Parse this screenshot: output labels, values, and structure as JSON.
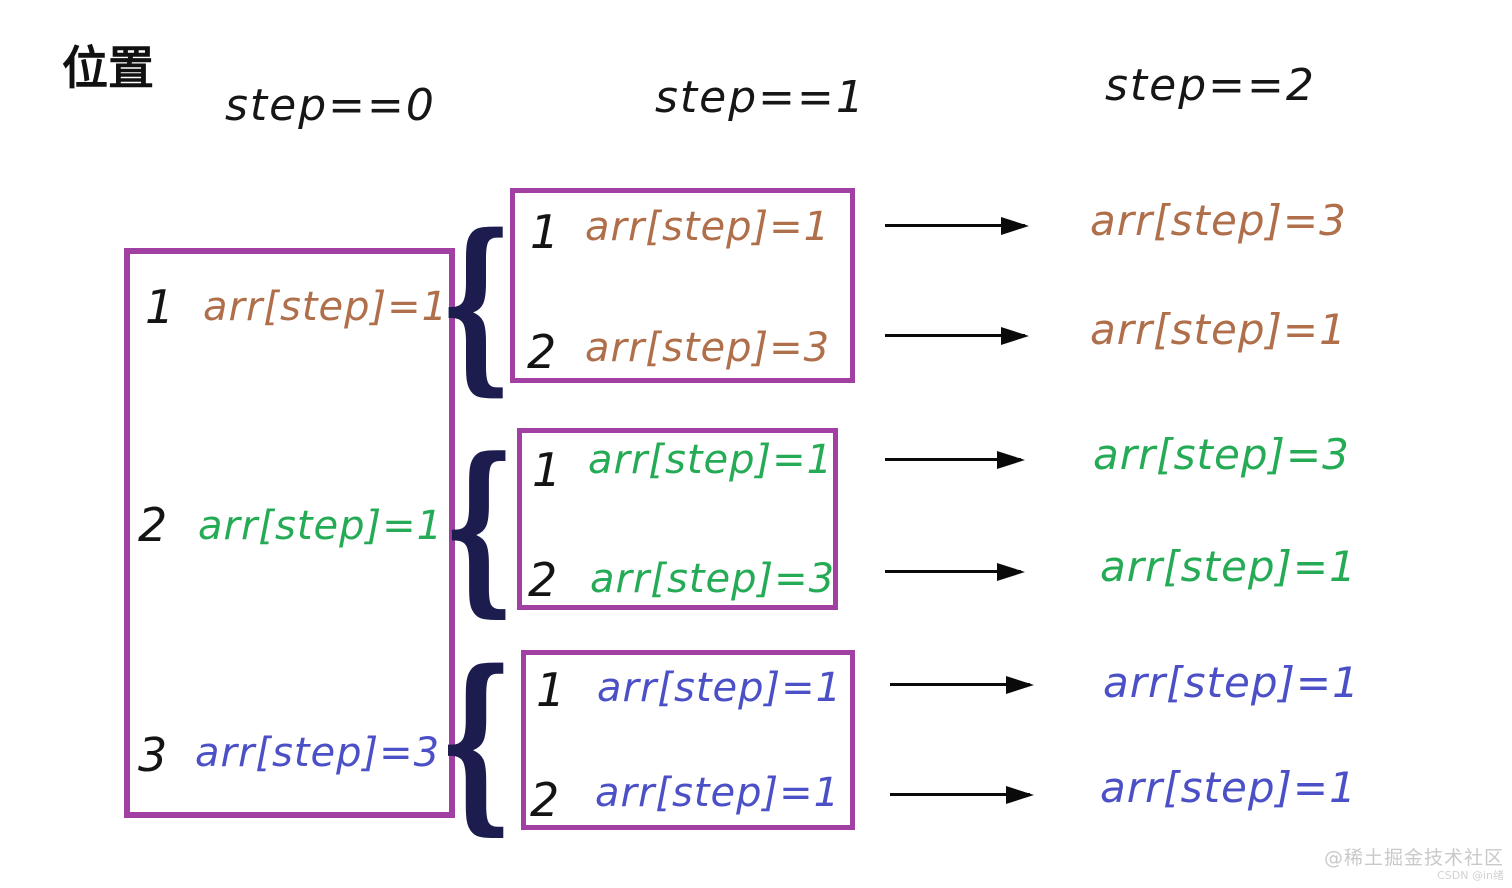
{
  "title": "位置",
  "columns": [
    {
      "label": "step==0"
    },
    {
      "label": "step==1"
    },
    {
      "label": "step==2"
    }
  ],
  "colors": {
    "brown": "#b06f4b",
    "green": "#25ab55",
    "blue": "#4b50c6",
    "purple": "#a23fa2",
    "black": "#141414",
    "brace": "#1c1c4e",
    "watermark": "#c9c9c9"
  },
  "step0_box": {
    "rows": [
      {
        "index": "1",
        "formula": "arr[step]=1",
        "color": "brown"
      },
      {
        "index": "2",
        "formula": "arr[step]=1",
        "color": "green"
      },
      {
        "index": "3",
        "formula": "arr[step]=3",
        "color": "blue"
      }
    ]
  },
  "step1_boxes": [
    {
      "color": "brown",
      "rows": [
        {
          "index": "1",
          "formula": "arr[step]=1"
        },
        {
          "index": "2",
          "formula": "arr[step]=3"
        }
      ]
    },
    {
      "color": "green",
      "rows": [
        {
          "index": "1",
          "formula": "arr[step]=1"
        },
        {
          "index": "2",
          "formula": "arr[step]=3"
        }
      ]
    },
    {
      "color": "blue",
      "rows": [
        {
          "index": "1",
          "formula": "arr[step]=1"
        },
        {
          "index": "2",
          "formula": "arr[step]=1"
        }
      ]
    }
  ],
  "step2_results": [
    {
      "formula": "arr[step]=3",
      "color": "brown"
    },
    {
      "formula": "arr[step]=1",
      "color": "brown"
    },
    {
      "formula": "arr[step]=3",
      "color": "green"
    },
    {
      "formula": "arr[step]=1",
      "color": "green"
    },
    {
      "formula": "arr[step]=1",
      "color": "blue"
    },
    {
      "formula": "arr[step]=1",
      "color": "blue"
    }
  ],
  "brace_glyph": "{",
  "watermark": {
    "line1": "@稀土掘金技术社区",
    "line2": "CSDN @in绪"
  }
}
